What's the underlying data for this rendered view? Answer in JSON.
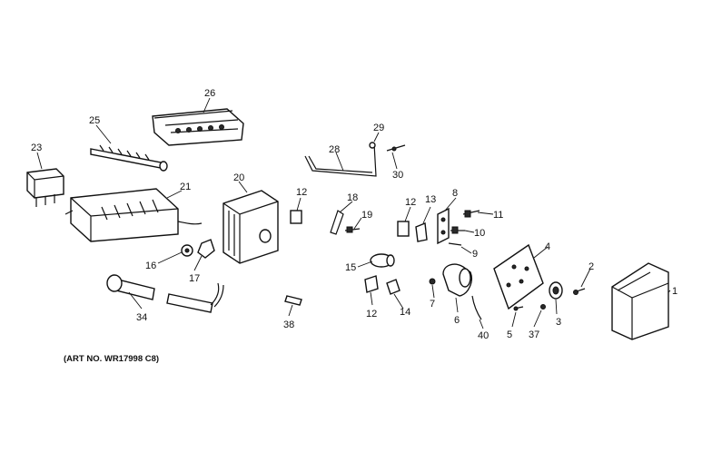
{
  "labels": {
    "p1": "1",
    "p2": "2",
    "p3": "3",
    "p4": "4",
    "p5": "5",
    "p6": "6",
    "p7": "7",
    "p8": "8",
    "p9": "9",
    "p10": "10",
    "p11": "11",
    "p12a": "12",
    "p12b": "12",
    "p12c": "12",
    "p13": "13",
    "p14": "14",
    "p15": "15",
    "p16": "16",
    "p17": "17",
    "p18": "18",
    "p19": "19",
    "p20": "20",
    "p21": "21",
    "p23": "23",
    "p25": "25",
    "p26": "26",
    "p28": "28",
    "p29": "29",
    "p30": "30",
    "p34": "34",
    "p37": "37",
    "p38": "38",
    "p40": "40"
  },
  "art_number": "(ART NO. WR17998 C8)"
}
